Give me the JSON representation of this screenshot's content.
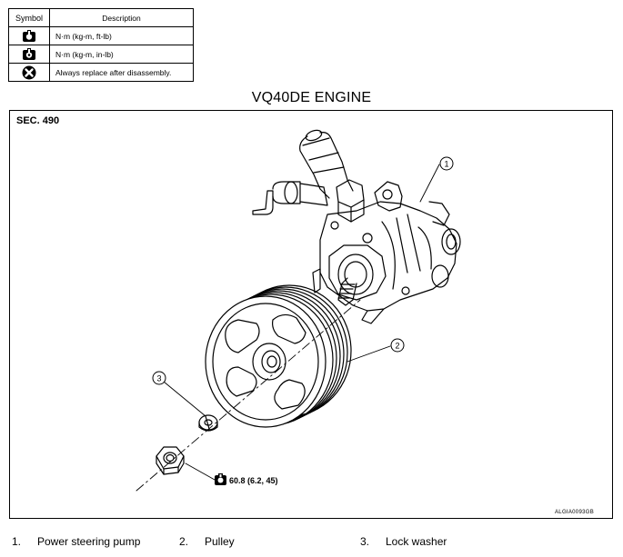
{
  "legend": {
    "header_symbol": "Symbol",
    "header_description": "Description",
    "rows": [
      {
        "icon": "torque-wrench-ftlb-icon",
        "description": "N·m (kg-m, ft-lb)"
      },
      {
        "icon": "torque-wrench-inlb-icon",
        "description": "N·m (kg-m, in-lb)"
      },
      {
        "icon": "replace-x-icon",
        "description": "Always replace after disassembly."
      }
    ]
  },
  "title": "VQ40DE ENGINE",
  "section": "SEC. 490",
  "figure_code": "ALGIA0093GB",
  "callouts": [
    "1",
    "2",
    "3"
  ],
  "torque": {
    "icon": "torque-wrench-ftlb-icon",
    "value": "60.8 (6.2, 45)"
  },
  "parts": [
    {
      "num": "1.",
      "name": "Power steering pump"
    },
    {
      "num": "2.",
      "name": "Pulley"
    },
    {
      "num": "3.",
      "name": "Lock washer"
    }
  ]
}
